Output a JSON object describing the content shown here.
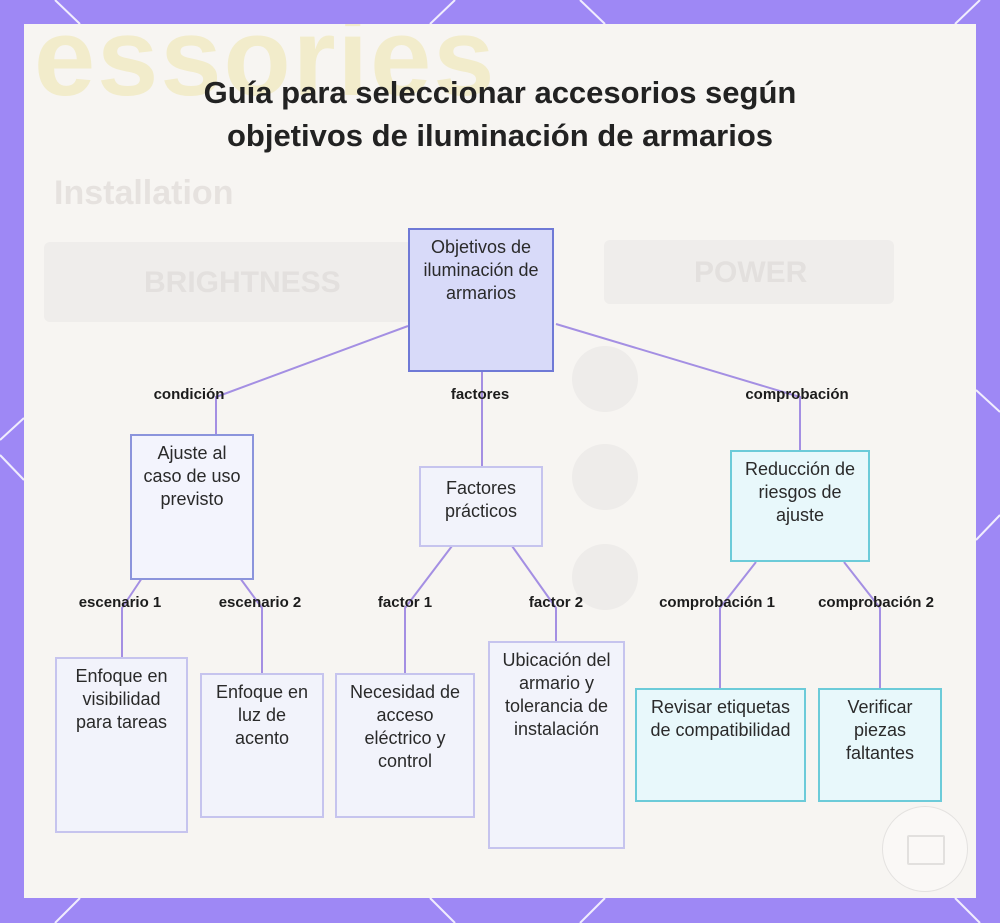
{
  "title": "Guía para seleccionar accesorios según objetivos de iluminación de armarios",
  "background_text": {
    "big_word": "essories",
    "installation": "Installation",
    "brightness": "BRIGHTNESS",
    "power": "POWER"
  },
  "colors": {
    "frame": "#9e88f5",
    "root_fill": "#d8daf9",
    "root_border": "#6f79d6",
    "blue_border": "#8b94dc",
    "purple_border": "#c6c4ee",
    "cyan_border": "#6ccbd9",
    "connector": "#a48fe3"
  },
  "nodes": {
    "root": "Objetivos de iluminación de armarios",
    "ajuste": "Ajuste al caso de uso previsto",
    "factores": "Factores prácticos",
    "reduccion": "Reducción de riesgos de ajuste",
    "tareas": "Enfoque en visibilidad para tareas",
    "acento": "Enfoque en luz de acento",
    "acceso": "Necesidad de acceso eléctrico y control",
    "ubicacion": "Ubicación del armario y tolerancia de instalación",
    "etiquetas": "Revisar etiquetas de compatibilidad",
    "piezas": "Verificar piezas faltantes"
  },
  "edges": {
    "condicion": "condición",
    "factores": "factores",
    "comprobacion": "comprobación",
    "escenario1": "escenario 1",
    "escenario2": "escenario 2",
    "factor1": "factor 1",
    "factor2": "factor 2",
    "comprobacion1": "comprobación 1",
    "comprobacion2": "comprobación 2"
  }
}
